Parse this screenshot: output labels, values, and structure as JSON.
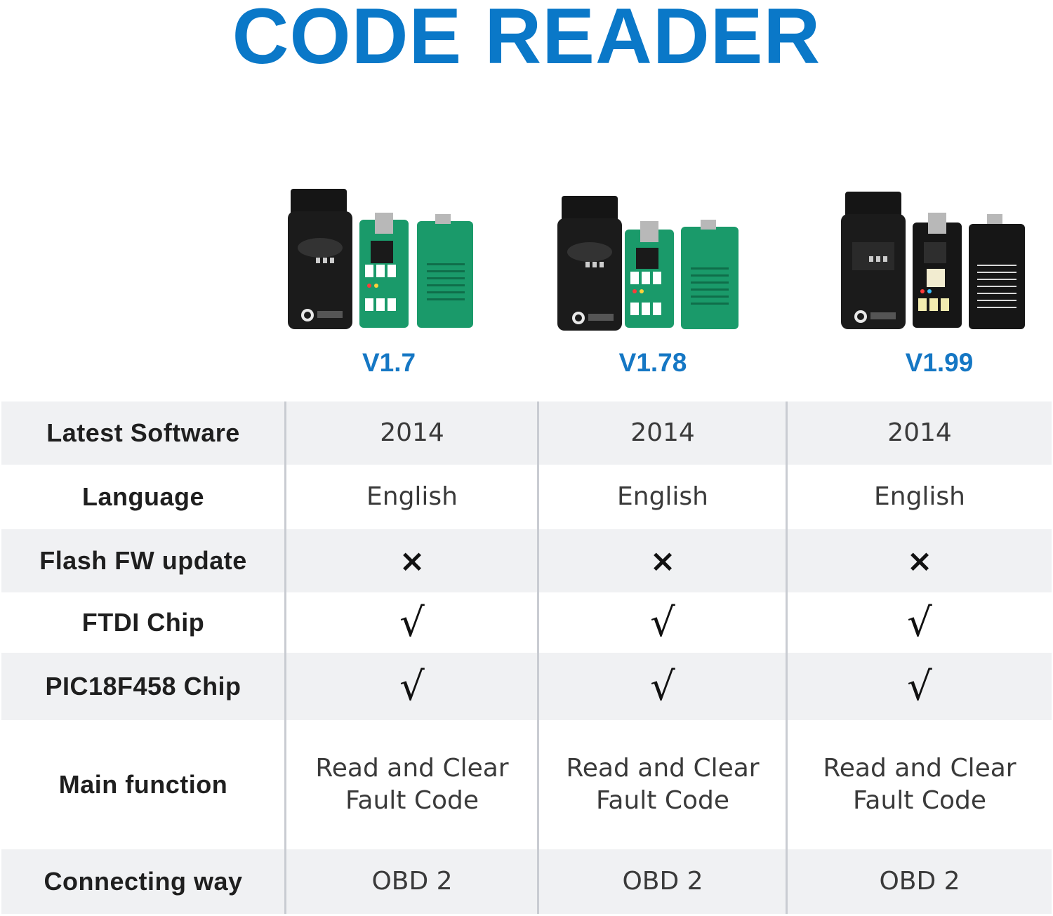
{
  "title": "CODE READER",
  "products": [
    {
      "version": "V1.7",
      "board_color": "#1a9a6a",
      "board_dark": "#0f6e4a"
    },
    {
      "version": "V1.78",
      "board_color": "#1a9a6a",
      "board_dark": "#0f6e4a"
    },
    {
      "version": "V1.99",
      "board_color": "#161616",
      "board_dark": "#050505"
    }
  ],
  "table": {
    "rows": [
      {
        "label": "Latest Software",
        "values": [
          "2014",
          "2014",
          "2014"
        ],
        "kind": "text"
      },
      {
        "label": "Language",
        "values": [
          "English",
          "English",
          "English"
        ],
        "kind": "text"
      },
      {
        "label": "Flash FW update",
        "values": [
          "×",
          "×",
          "×"
        ],
        "kind": "x"
      },
      {
        "label": "FTDI Chip",
        "values": [
          "√",
          "√",
          "√"
        ],
        "kind": "check"
      },
      {
        "label": "PIC18F458 Chip",
        "values": [
          "√",
          "√",
          "√"
        ],
        "kind": "check"
      },
      {
        "label": "Main function",
        "values": [
          "Read and Clear Fault Code",
          "Read and Clear Fault Code",
          "Read and Clear Fault Code"
        ],
        "kind": "text"
      },
      {
        "label": "Connecting way",
        "values": [
          "OBD 2",
          "OBD 2",
          "OBD 2"
        ],
        "kind": "text"
      }
    ]
  },
  "colors": {
    "title": "#0a78c8",
    "version": "#1577c4",
    "shaded_row": "#f0f1f3",
    "divider": "#c9ccd2"
  }
}
